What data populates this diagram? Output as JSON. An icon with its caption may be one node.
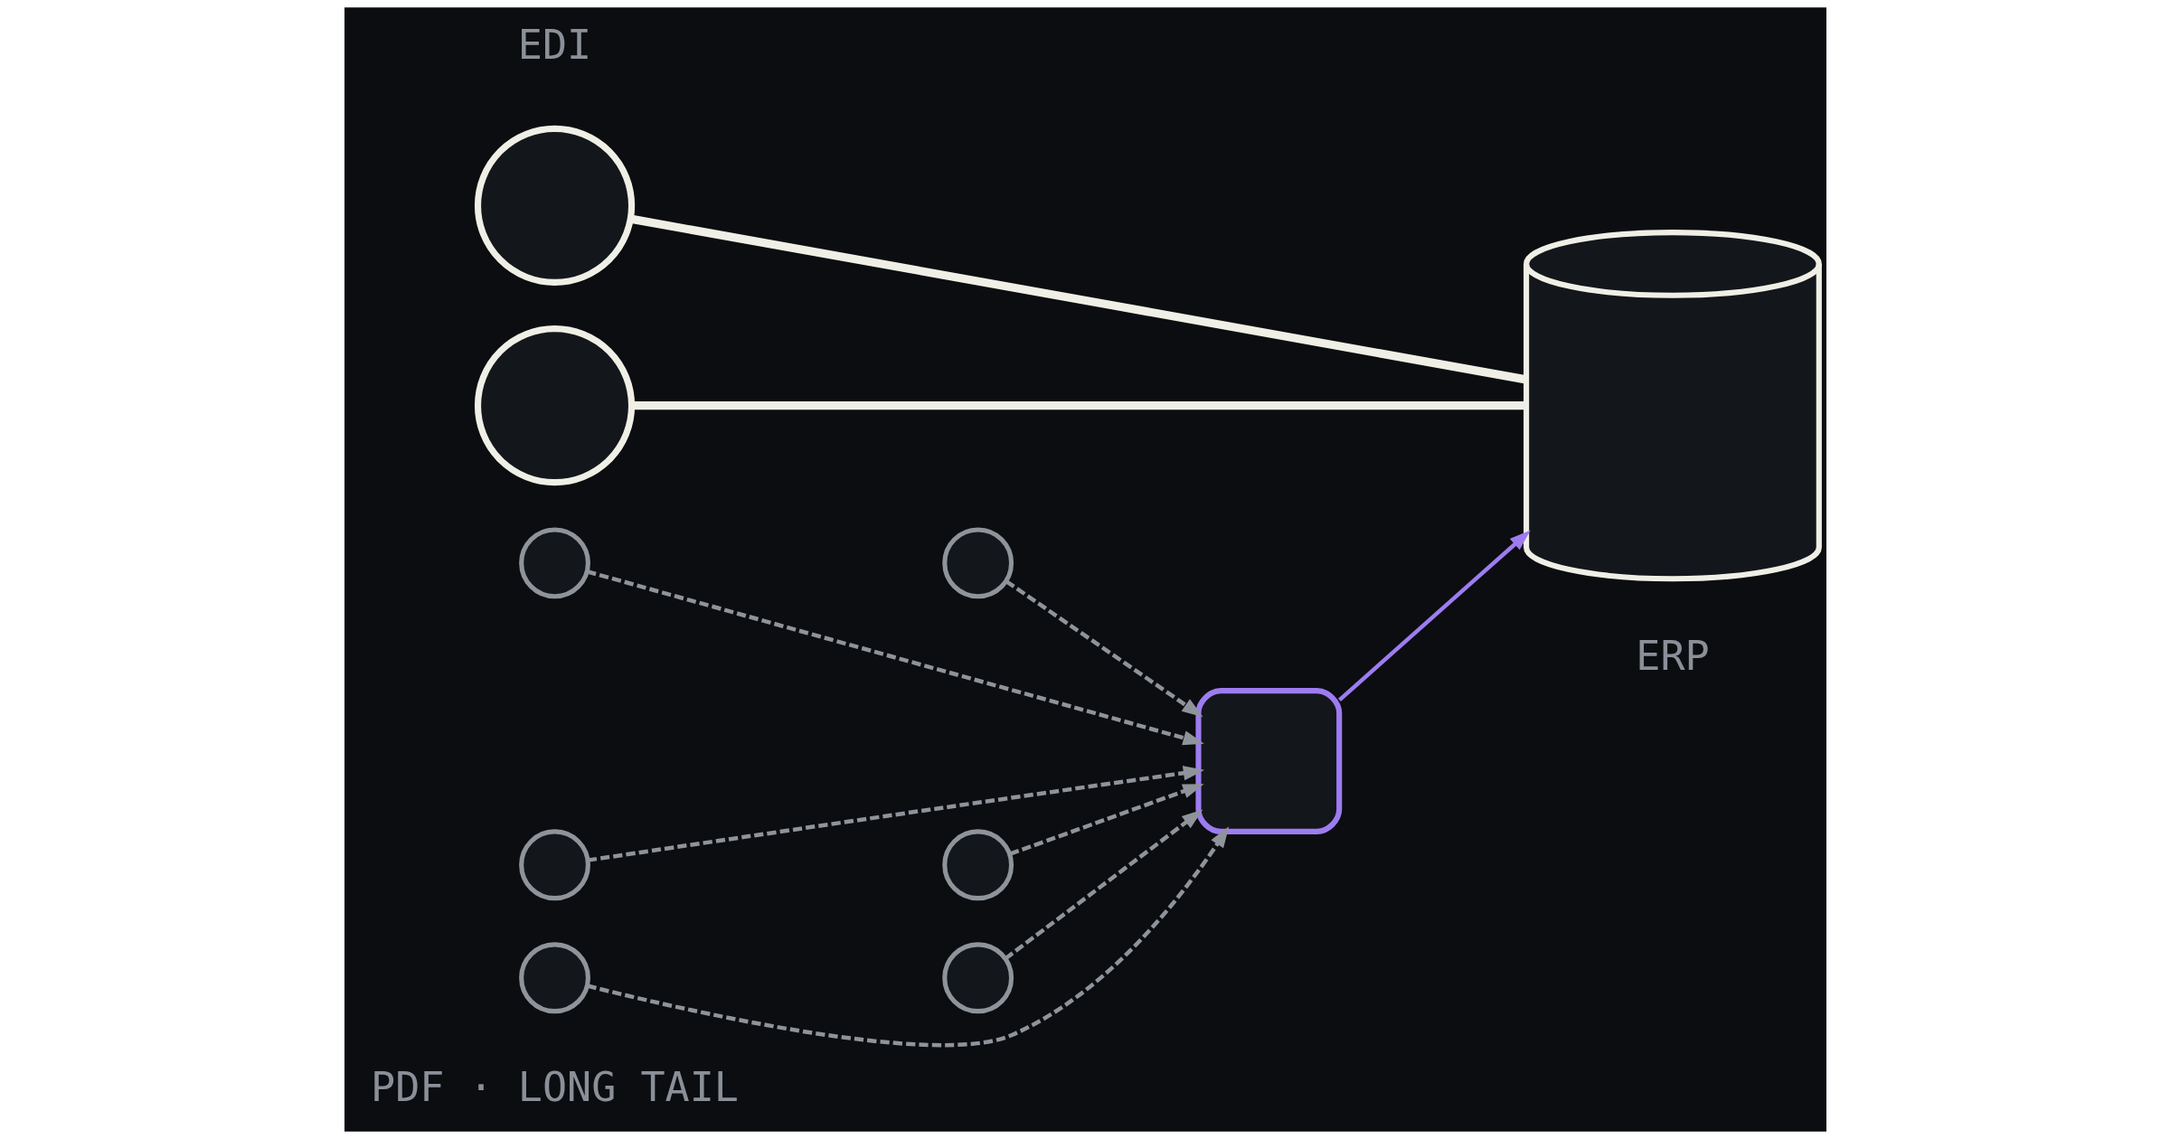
{
  "diagram": {
    "nodes": [
      {
        "text": [],
        "shape": "circle"
      },
      {
        "text": [],
        "shape": "circle"
      },
      {
        "text": [],
        "shape": "circle"
      },
      {
        "text": [],
        "shape": "circle"
      },
      {
        "text": [],
        "shape": "circle"
      },
      {
        "text": [],
        "shape": "circle"
      },
      {
        "text": [],
        "shape": "circle"
      },
      {
        "text": [],
        "shape": "circle"
      },
      {
        "text": [],
        "shape": "box"
      },
      {
        "text": [],
        "shape": "cylinder",
        "beside": [
          "ERP"
        ]
      }
    ],
    "edges": [
      {
        "from": 0,
        "to": 9,
        "arrow": "none",
        "style": "thick",
        "color": "#f0efe6"
      },
      {
        "from": 1,
        "to": 9,
        "arrow": "none",
        "style": "thick",
        "color": "#f0efe6"
      },
      {
        "from": 2,
        "to": 8,
        "arrow": "to",
        "style": "dashed"
      },
      {
        "from": 3,
        "to": 8,
        "arrow": "to",
        "style": "dashed"
      },
      {
        "from": 4,
        "to": 8,
        "arrow": "to",
        "style": "dashed"
      },
      {
        "from": 5,
        "to": 8,
        "arrow": "to",
        "style": "dashed"
      },
      {
        "from": 6,
        "to": 8,
        "arrow": "to",
        "style": "dashed"
      },
      {
        "from": 7,
        "to": 8,
        "arrow": "to",
        "style": "dashed"
      },
      {
        "from": 8,
        "to": 9,
        "arrow": "to",
        "color": "#9d7cf0"
      }
    ],
    "labels": [
      "EDI",
      "PDF · LONG TAIL"
    ]
  }
}
